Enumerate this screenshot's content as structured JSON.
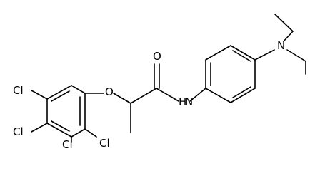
{
  "molecule": {
    "atoms": {
      "cl_top": "Cl",
      "cl_mid": "Cl",
      "cl_bottom_left": "Cl",
      "cl_bottom_right": "Cl",
      "ether_oxygen": "O",
      "carbonyl_oxygen": "O",
      "amide_nitrogen": "N",
      "amide_hydrogen": "H",
      "amine_nitrogen": "N"
    },
    "colors": {
      "bond": "#000000",
      "label": "#000000",
      "background": "#ffffff"
    }
  }
}
